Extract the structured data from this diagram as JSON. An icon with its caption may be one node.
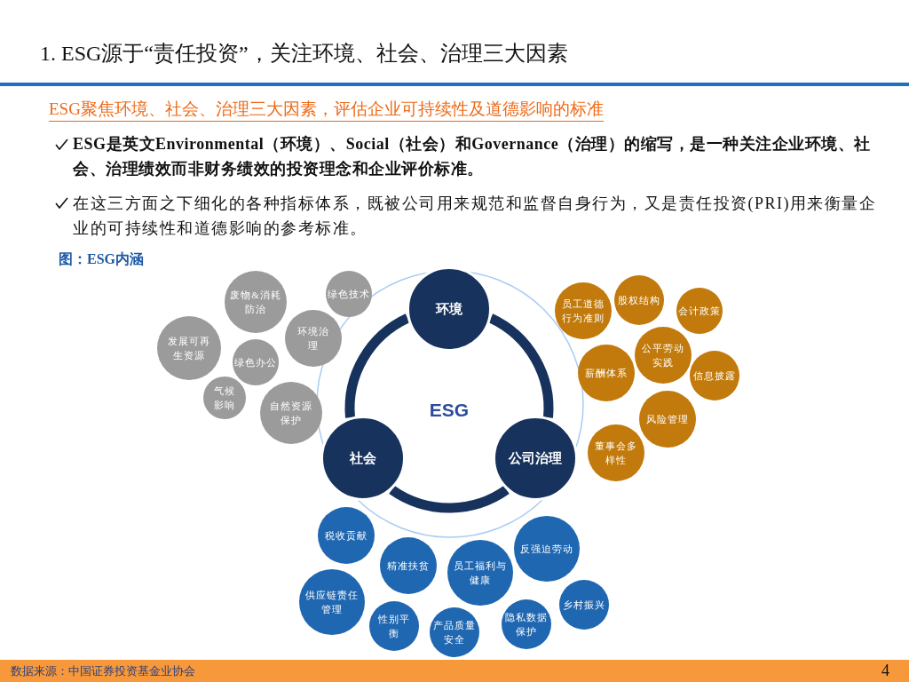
{
  "diagram": {
    "title": "1. ESG源于“责任投资”，关注环境、社会、治理三大因素",
    "nodes": [
      {
        "text": [
          "环境"
        ]
      },
      {
        "text": [
          "社会"
        ]
      },
      {
        "text": [
          "公司治理"
        ]
      },
      {
        "text": [
          "废物&消耗防治"
        ]
      },
      {
        "text": [
          "绿色技术"
        ]
      },
      {
        "text": [
          "环境治理"
        ]
      },
      {
        "text": [
          "发展可再生资源"
        ]
      },
      {
        "text": [
          "绿色办公"
        ]
      },
      {
        "text": [
          "气候影响"
        ]
      },
      {
        "text": [
          "自然资源保护"
        ]
      },
      {
        "text": [
          "员工道德行为准则"
        ]
      },
      {
        "text": [
          "股权结构"
        ]
      },
      {
        "text": [
          "会计政策"
        ]
      },
      {
        "text": [
          "公平劳动实践"
        ]
      },
      {
        "text": [
          "薪酬体系"
        ]
      },
      {
        "text": [
          "信息披露"
        ]
      },
      {
        "text": [
          "风险管理"
        ]
      },
      {
        "text": [
          "董事会多样性"
        ]
      },
      {
        "text": [
          "税收贡献"
        ]
      },
      {
        "text": [
          "反强迫劳动"
        ]
      },
      {
        "text": [
          "精准扶贫"
        ]
      },
      {
        "text": [
          "员工福利与健康"
        ]
      },
      {
        "text": [
          "供应链责任管理"
        ]
      },
      {
        "text": [
          "乡村振兴"
        ]
      },
      {
        "text": [
          "性别平衡"
        ]
      },
      {
        "text": [
          "隐私数据保护"
        ]
      },
      {
        "text": [
          "产品质量安全"
        ]
      }
    ],
    "edges": [
      {
        "from": 0,
        "to": 2,
        "arrow": "none"
      },
      {
        "from": 2,
        "to": 1,
        "arrow": "none"
      },
      {
        "from": 1,
        "to": 0,
        "arrow": "none"
      }
    ],
    "labels": [
      "ESG聚焦环境、社会、治理三大因素，评估企业可持续性及道德影响的标准",
      "ESG是英文Environmental（环境）、Social（社会）和Governance（治理）的缩写，是一种关注企业环境、社会、治理绩效而非财务绩效的投资理念和企业评价标准。",
      "在这三方面之下细化的各种指标体系，既被公司用来规范和监督自身行为，又是责任投资(PRI)用来衡量企业的可持续性和道德影响的参考标准。",
      "图：ESG内涵",
      "ESG",
      "数据来源：中国证券投资基金业协会",
      "4"
    ]
  }
}
